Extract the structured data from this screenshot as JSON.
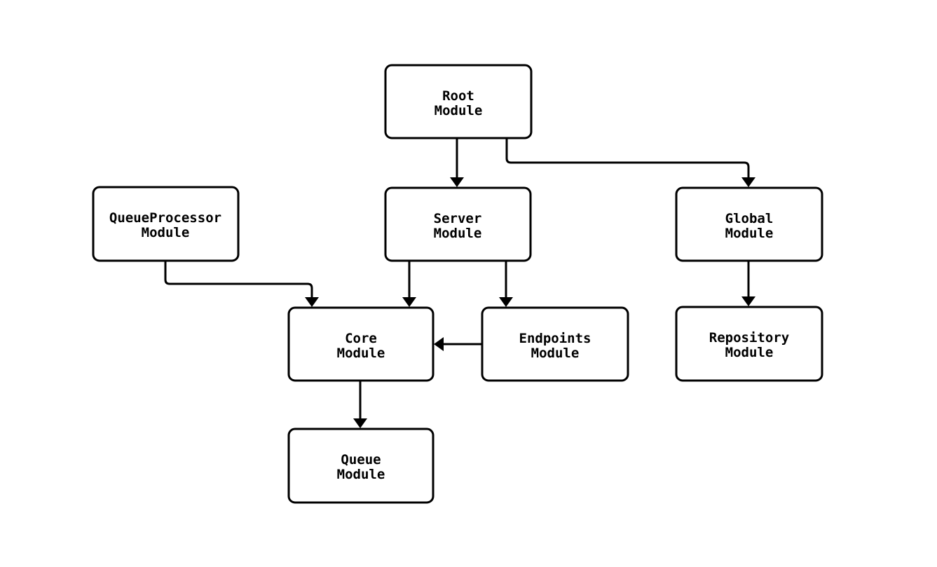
{
  "diagram": {
    "type": "flowchart",
    "background_color": "#ffffff",
    "node_fill_color": "#ffffff",
    "node_border_color": "#000000",
    "edge_color": "#000000",
    "text_color": "#000000",
    "nodes": {
      "root": {
        "lines": [
          "Root",
          "Module"
        ]
      },
      "queue_processor": {
        "lines": [
          "QueueProcessor",
          "Module"
        ]
      },
      "server": {
        "lines": [
          "Server",
          "Module"
        ]
      },
      "global": {
        "lines": [
          "Global",
          "Module"
        ]
      },
      "core": {
        "lines": [
          "Core",
          "Module"
        ]
      },
      "endpoints": {
        "lines": [
          "Endpoints",
          "Module"
        ]
      },
      "repository": {
        "lines": [
          "Repository",
          "Module"
        ]
      },
      "queue": {
        "lines": [
          "Queue",
          "Module"
        ]
      }
    },
    "edges": [
      {
        "from": "Root Module",
        "to": "Server Module"
      },
      {
        "from": "Root Module",
        "to": "Global Module"
      },
      {
        "from": "QueueProcessor Module",
        "to": "Core Module"
      },
      {
        "from": "Server Module",
        "to": "Core Module"
      },
      {
        "from": "Server Module",
        "to": "Endpoints Module"
      },
      {
        "from": "Endpoints Module",
        "to": "Core Module"
      },
      {
        "from": "Global Module",
        "to": "Repository Module"
      },
      {
        "from": "Core Module",
        "to": "Queue Module"
      }
    ]
  }
}
